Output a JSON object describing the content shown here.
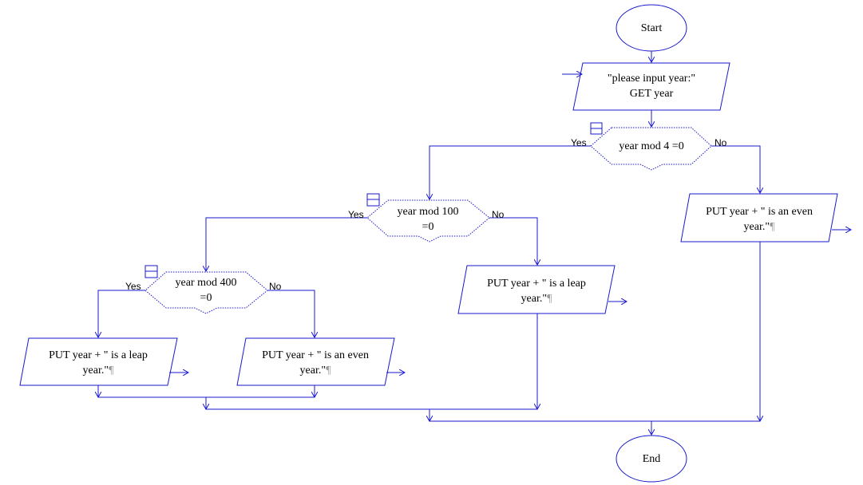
{
  "colors": {
    "line": "#1a1acc",
    "text": "#000000",
    "background": "#ffffff"
  },
  "nodes": {
    "start": "Start",
    "input": "\"please input year:\"\nGET year",
    "cond_mod4": "year mod 4 =0",
    "cond_mod100": "year mod 100\n=0",
    "cond_mod400": "year mod 400\n=0",
    "out_even_right": "PUT year  + \" is an even\nyear.\"",
    "out_leap_mid": "PUT year  +  \" is a leap\nyear.\"",
    "out_leap_left": "PUT year  +  \" is a leap\nyear.\"",
    "out_even_left": "PUT year  +  \" is an even\nyear.\"",
    "end": "End"
  },
  "edge_labels": {
    "yes": "Yes",
    "no": "No",
    "paragraph_mark": "¶"
  }
}
